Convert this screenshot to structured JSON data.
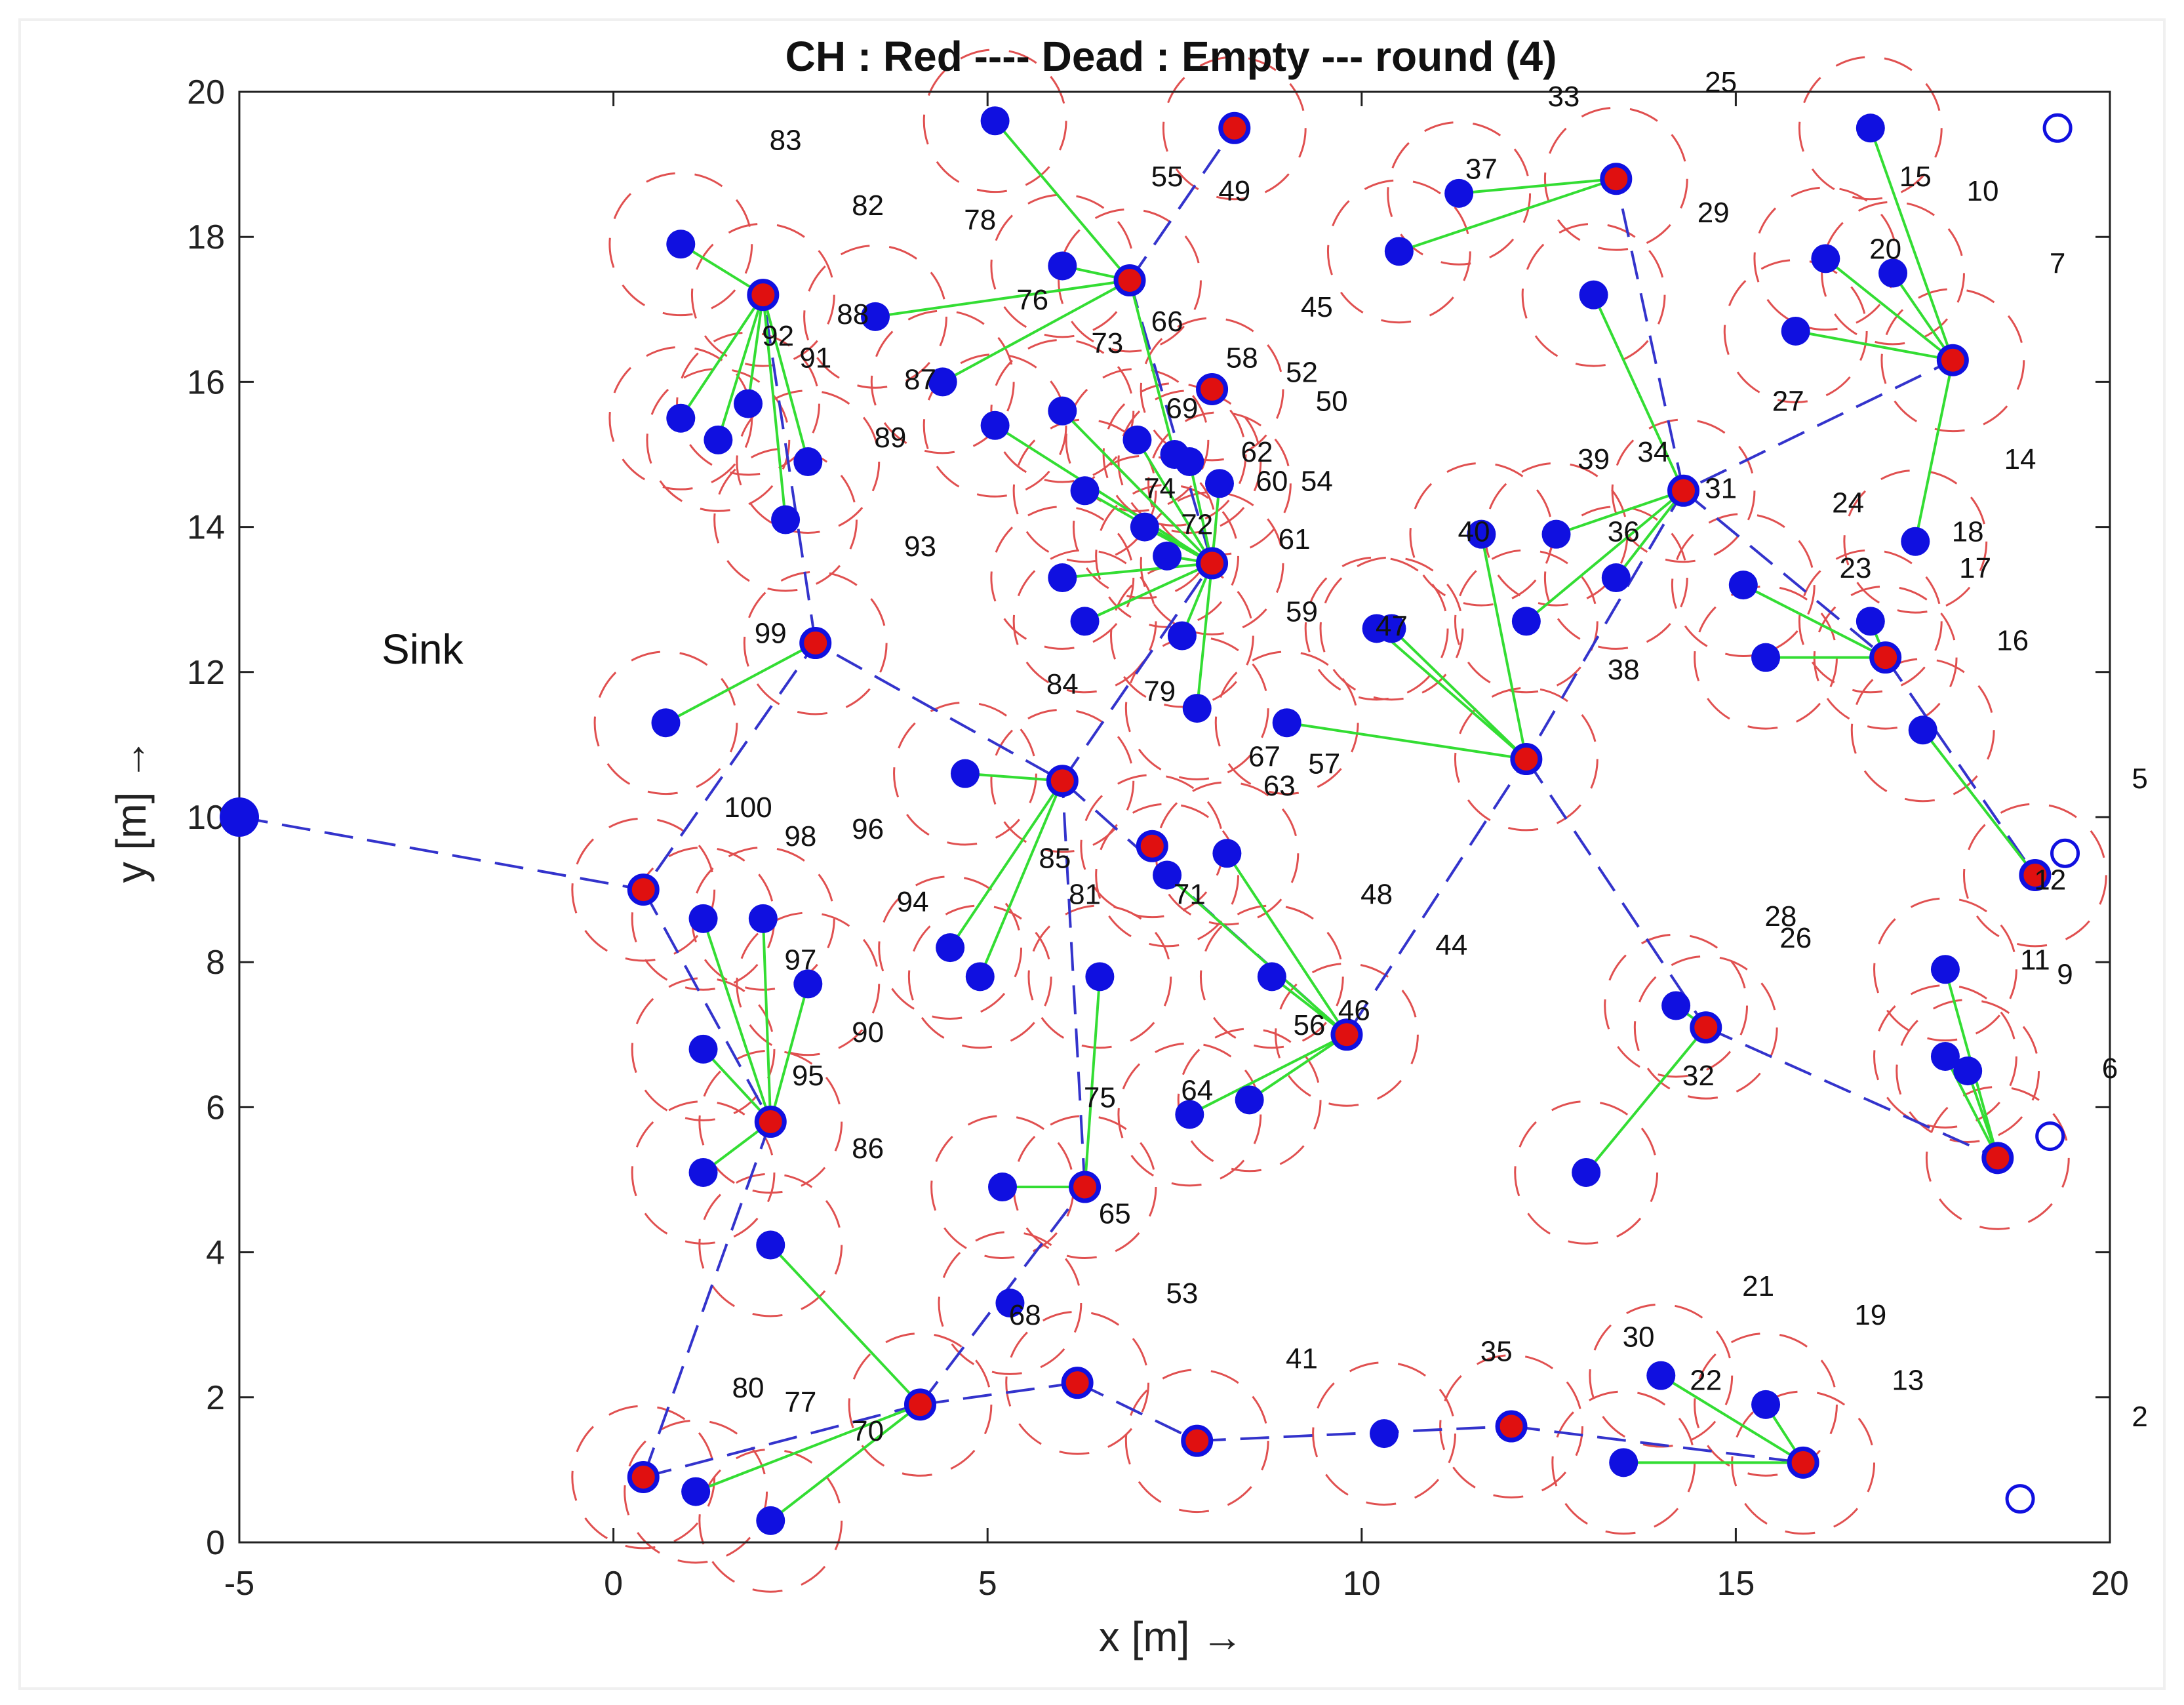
{
  "chart_data": {
    "type": "scatter",
    "title": "CH : Red  ----  Dead : Empty  ---  round (4)",
    "xlabel": "x  [m] →",
    "ylabel": "y  [m] →",
    "xlim": [
      -5,
      20
    ],
    "ylim": [
      0,
      20
    ],
    "xticks": [
      -5,
      0,
      5,
      10,
      15,
      20
    ],
    "yticks": [
      0,
      2,
      4,
      6,
      8,
      10,
      12,
      14,
      16,
      18,
      20
    ],
    "grid": false,
    "legend": "none",
    "sink": {
      "label": "Sink",
      "x": -5,
      "y": 10
    },
    "colors": {
      "node": "#1010e0",
      "cluster_head": "#e01010",
      "member_link": "#33dd33",
      "ch_path": "#3333cc",
      "range_circle": "#e05050"
    },
    "cluster_heads": [
      {
        "id": "ch1",
        "x": 2.0,
        "y": 17.2
      },
      {
        "id": "ch2",
        "x": 6.9,
        "y": 17.4
      },
      {
        "id": "ch3",
        "x": 8.3,
        "y": 19.5
      },
      {
        "id": "ch4",
        "x": 8.0,
        "y": 15.9
      },
      {
        "id": "ch5",
        "x": 8.0,
        "y": 13.5
      },
      {
        "id": "ch6",
        "x": 2.7,
        "y": 12.4
      },
      {
        "id": "ch7",
        "x": 0.4,
        "y": 9.0
      },
      {
        "id": "ch8",
        "x": 6.0,
        "y": 10.5
      },
      {
        "id": "ch9",
        "x": 7.2,
        "y": 9.6
      },
      {
        "id": "ch10",
        "x": 9.8,
        "y": 7.0
      },
      {
        "id": "ch11",
        "x": 2.1,
        "y": 5.8
      },
      {
        "id": "ch12",
        "x": 6.3,
        "y": 4.9
      },
      {
        "id": "ch13",
        "x": 4.1,
        "y": 1.9
      },
      {
        "id": "ch14",
        "x": 0.4,
        "y": 0.9
      },
      {
        "id": "ch15",
        "x": 6.2,
        "y": 2.2
      },
      {
        "id": "ch16",
        "x": 7.8,
        "y": 1.4
      },
      {
        "id": "ch17",
        "x": 12.0,
        "y": 1.6
      },
      {
        "id": "ch18",
        "x": 15.9,
        "y": 1.1
      },
      {
        "id": "ch19",
        "x": 13.4,
        "y": 18.8
      },
      {
        "id": "ch20",
        "x": 17.9,
        "y": 16.3
      },
      {
        "id": "ch21",
        "x": 14.3,
        "y": 14.5
      },
      {
        "id": "ch22",
        "x": 12.2,
        "y": 10.8
      },
      {
        "id": "ch23",
        "x": 17.0,
        "y": 12.2
      },
      {
        "id": "ch24",
        "x": 19.0,
        "y": 9.2
      },
      {
        "id": "ch25",
        "x": 14.6,
        "y": 7.1
      },
      {
        "id": "ch26",
        "x": 18.5,
        "y": 5.3
      }
    ],
    "nodes": [
      {
        "id": "n1",
        "x": 0.9,
        "y": 17.9,
        "ch": "ch1"
      },
      {
        "id": "n2",
        "x": 0.9,
        "y": 15.5,
        "ch": "ch1"
      },
      {
        "id": "n3",
        "x": 1.4,
        "y": 15.2,
        "ch": "ch1"
      },
      {
        "id": "n4",
        "x": 1.8,
        "y": 15.7,
        "ch": "ch1"
      },
      {
        "id": "n5",
        "x": 2.6,
        "y": 14.9,
        "ch": "ch1"
      },
      {
        "id": "n6",
        "x": 2.3,
        "y": 14.1,
        "ch": "ch1"
      },
      {
        "id": "n7",
        "x": 5.1,
        "y": 19.6,
        "ch": "ch2"
      },
      {
        "id": "n8",
        "x": 6.0,
        "y": 17.6,
        "ch": "ch2"
      },
      {
        "id": "n9",
        "x": 3.5,
        "y": 16.9,
        "ch": "ch2"
      },
      {
        "id": "n10",
        "x": 4.4,
        "y": 16.0,
        "ch": "ch2"
      },
      {
        "id": "n11",
        "x": 7.5,
        "y": 15.0,
        "ch": "ch2"
      },
      {
        "id": "n12",
        "x": 5.1,
        "y": 15.4,
        "ch": "ch5"
      },
      {
        "id": "n13",
        "x": 6.0,
        "y": 15.6,
        "ch": "ch5"
      },
      {
        "id": "n14",
        "x": 7.0,
        "y": 15.2,
        "ch": "ch5"
      },
      {
        "id": "n15",
        "x": 7.7,
        "y": 14.9,
        "ch": "ch5"
      },
      {
        "id": "n16",
        "x": 8.1,
        "y": 14.6,
        "ch": "ch5"
      },
      {
        "id": "n17",
        "x": 6.3,
        "y": 14.5,
        "ch": "ch5"
      },
      {
        "id": "n18",
        "x": 7.1,
        "y": 14.0,
        "ch": "ch5"
      },
      {
        "id": "n19",
        "x": 6.0,
        "y": 13.3,
        "ch": "ch5"
      },
      {
        "id": "n20",
        "x": 7.4,
        "y": 13.6,
        "ch": "ch5"
      },
      {
        "id": "n21",
        "x": 6.3,
        "y": 12.7,
        "ch": "ch5"
      },
      {
        "id": "n22",
        "x": 7.6,
        "y": 12.5,
        "ch": "ch5"
      },
      {
        "id": "n23",
        "x": 7.8,
        "y": 11.5,
        "ch": "ch5"
      },
      {
        "id": "n24",
        "x": 0.7,
        "y": 11.3,
        "ch": "ch6"
      },
      {
        "id": "n25",
        "x": 4.7,
        "y": 10.6,
        "ch": "ch8"
      },
      {
        "id": "n26",
        "x": 4.5,
        "y": 8.2,
        "ch": "ch8"
      },
      {
        "id": "n27",
        "x": 4.9,
        "y": 7.8,
        "ch": "ch8"
      },
      {
        "id": "n28",
        "x": 7.4,
        "y": 9.2,
        "ch": "ch10"
      },
      {
        "id": "n29",
        "x": 8.2,
        "y": 9.5,
        "ch": "ch10"
      },
      {
        "id": "n30",
        "x": 8.8,
        "y": 7.8,
        "ch": "ch10"
      },
      {
        "id": "n31",
        "x": 7.7,
        "y": 5.9,
        "ch": "ch10"
      },
      {
        "id": "n32",
        "x": 8.5,
        "y": 6.1,
        "ch": "ch10"
      },
      {
        "id": "n33",
        "x": 1.2,
        "y": 8.6,
        "ch": "ch11"
      },
      {
        "id": "n34",
        "x": 2.0,
        "y": 8.6,
        "ch": "ch11"
      },
      {
        "id": "n35",
        "x": 2.6,
        "y": 7.7,
        "ch": "ch11"
      },
      {
        "id": "n36",
        "x": 1.2,
        "y": 6.8,
        "ch": "ch11"
      },
      {
        "id": "n37",
        "x": 1.2,
        "y": 5.1,
        "ch": "ch11"
      },
      {
        "id": "n38",
        "x": 6.5,
        "y": 7.8,
        "ch": "ch12"
      },
      {
        "id": "n39",
        "x": 5.2,
        "y": 4.9,
        "ch": "ch12"
      },
      {
        "id": "n40",
        "x": 2.1,
        "y": 4.1,
        "ch": "ch13"
      },
      {
        "id": "n41",
        "x": 1.1,
        "y": 0.7,
        "ch": "ch13"
      },
      {
        "id": "n42",
        "x": 2.1,
        "y": 0.3,
        "ch": "ch13"
      },
      {
        "id": "n43",
        "x": 5.3,
        "y": 3.3,
        "ch": "none"
      },
      {
        "id": "n44",
        "x": 10.3,
        "y": 1.5,
        "ch": "none"
      },
      {
        "id": "n45",
        "x": 13.5,
        "y": 1.1,
        "ch": "ch18"
      },
      {
        "id": "n46",
        "x": 14.0,
        "y": 2.3,
        "ch": "ch18"
      },
      {
        "id": "n47",
        "x": 15.4,
        "y": 1.9,
        "ch": "ch18"
      },
      {
        "id": "n48",
        "x": 11.3,
        "y": 18.6,
        "ch": "ch19"
      },
      {
        "id": "n49",
        "x": 10.5,
        "y": 17.8,
        "ch": "ch19"
      },
      {
        "id": "n50",
        "x": 13.1,
        "y": 17.2,
        "ch": "ch21"
      },
      {
        "id": "n51",
        "x": 16.8,
        "y": 19.5,
        "ch": "ch20"
      },
      {
        "id": "n52",
        "x": 16.2,
        "y": 17.7,
        "ch": "ch20"
      },
      {
        "id": "n53",
        "x": 17.1,
        "y": 17.5,
        "ch": "ch20"
      },
      {
        "id": "n54",
        "x": 15.8,
        "y": 16.7,
        "ch": "ch20"
      },
      {
        "id": "n55",
        "x": 17.4,
        "y": 13.8,
        "ch": "ch20"
      },
      {
        "id": "n56",
        "x": 11.6,
        "y": 13.9,
        "ch": "ch22"
      },
      {
        "id": "n57",
        "x": 12.6,
        "y": 13.9,
        "ch": "ch21"
      },
      {
        "id": "n58",
        "x": 13.4,
        "y": 13.3,
        "ch": "ch21"
      },
      {
        "id": "n59",
        "x": 12.2,
        "y": 12.7,
        "ch": "ch21"
      },
      {
        "id": "n60",
        "x": 10.2,
        "y": 12.6,
        "ch": "ch22"
      },
      {
        "id": "n61",
        "x": 10.4,
        "y": 12.6,
        "ch": "ch22"
      },
      {
        "id": "n62",
        "x": 9.0,
        "y": 11.3,
        "ch": "ch22"
      },
      {
        "id": "n63",
        "x": 15.1,
        "y": 13.2,
        "ch": "ch23"
      },
      {
        "id": "n64",
        "x": 15.4,
        "y": 12.2,
        "ch": "ch23"
      },
      {
        "id": "n65",
        "x": 16.8,
        "y": 12.7,
        "ch": "ch23"
      },
      {
        "id": "n66",
        "x": 17.5,
        "y": 11.2,
        "ch": "ch24"
      },
      {
        "id": "n67",
        "x": 14.2,
        "y": 7.4,
        "ch": "ch25"
      },
      {
        "id": "n68",
        "x": 13.0,
        "y": 5.1,
        "ch": "ch25"
      },
      {
        "id": "n69",
        "x": 17.8,
        "y": 7.9,
        "ch": "ch26"
      },
      {
        "id": "n70",
        "x": 17.8,
        "y": 6.7,
        "ch": "ch26"
      },
      {
        "id": "n71",
        "x": 18.1,
        "y": 6.5,
        "ch": "ch26"
      }
    ],
    "dead_nodes": [
      {
        "id": "d1",
        "x": 19.3,
        "y": 19.5
      },
      {
        "id": "d2",
        "x": 19.4,
        "y": 9.5
      },
      {
        "id": "d3",
        "x": 19.2,
        "y": 5.6
      },
      {
        "id": "d4",
        "x": 18.8,
        "y": 0.6
      }
    ],
    "ch_path": [
      [
        -5,
        10
      ],
      [
        0.4,
        9.0
      ],
      [
        2.7,
        12.4
      ],
      [
        6.0,
        10.5
      ],
      [
        9.8,
        7.0
      ],
      [
        12.2,
        10.8
      ],
      [
        14.3,
        14.5
      ],
      [
        17.9,
        16.3
      ]
    ],
    "ch_path_segments": [
      [
        [
          0.4,
          9.0
        ],
        [
          2.1,
          5.8
        ]
      ],
      [
        [
          2.1,
          5.8
        ],
        [
          0.4,
          0.9
        ]
      ],
      [
        [
          0.4,
          0.9
        ],
        [
          4.1,
          1.9
        ]
      ],
      [
        [
          4.1,
          1.9
        ],
        [
          6.2,
          2.2
        ]
      ],
      [
        [
          6.2,
          2.2
        ],
        [
          7.8,
          1.4
        ]
      ],
      [
        [
          7.8,
          1.4
        ],
        [
          12.0,
          1.6
        ]
      ],
      [
        [
          12.0,
          1.6
        ],
        [
          15.9,
          1.1
        ]
      ],
      [
        [
          4.1,
          1.9
        ],
        [
          6.3,
          4.9
        ]
      ],
      [
        [
          6.3,
          4.9
        ],
        [
          6.0,
          10.5
        ]
      ],
      [
        [
          6.0,
          10.5
        ],
        [
          8.0,
          13.5
        ]
      ],
      [
        [
          2.7,
          12.4
        ],
        [
          2.0,
          17.2
        ]
      ],
      [
        [
          6.9,
          17.4
        ],
        [
          8.3,
          19.5
        ]
      ],
      [
        [
          6.9,
          17.4
        ],
        [
          8.0,
          13.5
        ]
      ],
      [
        [
          14.3,
          14.5
        ],
        [
          13.4,
          18.8
        ]
      ],
      [
        [
          14.3,
          14.5
        ],
        [
          17.0,
          12.2
        ]
      ],
      [
        [
          17.0,
          12.2
        ],
        [
          19.0,
          9.2
        ]
      ],
      [
        [
          12.2,
          10.8
        ],
        [
          14.6,
          7.1
        ]
      ],
      [
        [
          14.6,
          7.1
        ],
        [
          18.5,
          5.3
        ]
      ]
    ],
    "labels": [
      {
        "text": "83",
        "x": 2.3,
        "y": 19.2
      },
      {
        "text": "82",
        "x": 3.4,
        "y": 18.3
      },
      {
        "text": "78",
        "x": 4.9,
        "y": 18.1
      },
      {
        "text": "55",
        "x": 7.4,
        "y": 18.7
      },
      {
        "text": "49",
        "x": 8.3,
        "y": 18.5
      },
      {
        "text": "33",
        "x": 12.7,
        "y": 19.8
      },
      {
        "text": "25",
        "x": 14.8,
        "y": 20.0
      },
      {
        "text": "37",
        "x": 11.6,
        "y": 18.8
      },
      {
        "text": "29",
        "x": 14.7,
        "y": 18.2
      },
      {
        "text": "15",
        "x": 17.4,
        "y": 18.7
      },
      {
        "text": "10",
        "x": 18.3,
        "y": 18.5
      },
      {
        "text": "20",
        "x": 17.0,
        "y": 17.7
      },
      {
        "text": "7",
        "x": 19.3,
        "y": 17.5
      },
      {
        "text": "92",
        "x": 2.2,
        "y": 16.5
      },
      {
        "text": "91",
        "x": 2.7,
        "y": 16.2
      },
      {
        "text": "88",
        "x": 3.2,
        "y": 16.8
      },
      {
        "text": "76",
        "x": 5.6,
        "y": 17.0
      },
      {
        "text": "73",
        "x": 6.6,
        "y": 16.4
      },
      {
        "text": "66",
        "x": 7.4,
        "y": 16.7
      },
      {
        "text": "45",
        "x": 9.4,
        "y": 16.9
      },
      {
        "text": "87",
        "x": 4.1,
        "y": 15.9
      },
      {
        "text": "58",
        "x": 8.4,
        "y": 16.2
      },
      {
        "text": "52",
        "x": 9.2,
        "y": 16.0
      },
      {
        "text": "50",
        "x": 9.6,
        "y": 15.6
      },
      {
        "text": "69",
        "x": 7.6,
        "y": 15.5
      },
      {
        "text": "27",
        "x": 15.7,
        "y": 15.6
      },
      {
        "text": "89",
        "x": 3.7,
        "y": 15.1
      },
      {
        "text": "62",
        "x": 8.6,
        "y": 14.9
      },
      {
        "text": "60",
        "x": 8.8,
        "y": 14.5
      },
      {
        "text": "54",
        "x": 9.4,
        "y": 14.5
      },
      {
        "text": "39",
        "x": 13.1,
        "y": 14.8
      },
      {
        "text": "34",
        "x": 13.9,
        "y": 14.9
      },
      {
        "text": "31",
        "x": 14.8,
        "y": 14.4
      },
      {
        "text": "14",
        "x": 18.8,
        "y": 14.8
      },
      {
        "text": "74",
        "x": 7.3,
        "y": 14.4
      },
      {
        "text": "24",
        "x": 16.5,
        "y": 14.2
      },
      {
        "text": "72",
        "x": 7.8,
        "y": 13.9
      },
      {
        "text": "40",
        "x": 11.5,
        "y": 13.8
      },
      {
        "text": "36",
        "x": 13.5,
        "y": 13.8
      },
      {
        "text": "18",
        "x": 18.1,
        "y": 13.8
      },
      {
        "text": "93",
        "x": 4.1,
        "y": 13.6
      },
      {
        "text": "61",
        "x": 9.1,
        "y": 13.7
      },
      {
        "text": "23",
        "x": 16.6,
        "y": 13.3
      },
      {
        "text": "17",
        "x": 18.2,
        "y": 13.3
      },
      {
        "text": "59",
        "x": 9.2,
        "y": 12.7
      },
      {
        "text": "47",
        "x": 10.4,
        "y": 12.5
      },
      {
        "text": "99",
        "x": 2.1,
        "y": 12.4
      },
      {
        "text": "16",
        "x": 18.7,
        "y": 12.3
      },
      {
        "text": "38",
        "x": 13.5,
        "y": 11.9
      },
      {
        "text": "84",
        "x": 6.0,
        "y": 11.7
      },
      {
        "text": "79",
        "x": 7.3,
        "y": 11.6
      },
      {
        "text": "67",
        "x": 8.7,
        "y": 10.7
      },
      {
        "text": "57",
        "x": 9.5,
        "y": 10.6
      },
      {
        "text": "63",
        "x": 8.9,
        "y": 10.3
      },
      {
        "text": "5",
        "x": 20.4,
        "y": 10.4
      },
      {
        "text": "100",
        "x": 1.8,
        "y": 10.0
      },
      {
        "text": "98",
        "x": 2.5,
        "y": 9.6
      },
      {
        "text": "96",
        "x": 3.4,
        "y": 9.7
      },
      {
        "text": "85",
        "x": 5.9,
        "y": 9.3
      },
      {
        "text": "12",
        "x": 19.2,
        "y": 9.0
      },
      {
        "text": "81",
        "x": 6.3,
        "y": 8.8
      },
      {
        "text": "71",
        "x": 7.7,
        "y": 8.8
      },
      {
        "text": "48",
        "x": 10.2,
        "y": 8.8
      },
      {
        "text": "94",
        "x": 4.0,
        "y": 8.7
      },
      {
        "text": "28",
        "x": 15.6,
        "y": 8.5
      },
      {
        "text": "26",
        "x": 15.8,
        "y": 8.2
      },
      {
        "text": "44",
        "x": 11.2,
        "y": 8.1
      },
      {
        "text": "11",
        "x": 19.0,
        "y": 7.9
      },
      {
        "text": "9",
        "x": 19.4,
        "y": 7.7
      },
      {
        "text": "97",
        "x": 2.5,
        "y": 7.9
      },
      {
        "text": "46",
        "x": 9.9,
        "y": 7.2
      },
      {
        "text": "56",
        "x": 9.3,
        "y": 7.0
      },
      {
        "text": "90",
        "x": 3.4,
        "y": 6.9
      },
      {
        "text": "6",
        "x": 20.0,
        "y": 6.4
      },
      {
        "text": "95",
        "x": 2.6,
        "y": 6.3
      },
      {
        "text": "32",
        "x": 14.5,
        "y": 6.3
      },
      {
        "text": "64",
        "x": 7.8,
        "y": 6.1
      },
      {
        "text": "75",
        "x": 6.5,
        "y": 6.0
      },
      {
        "text": "86",
        "x": 3.4,
        "y": 5.3
      },
      {
        "text": "65",
        "x": 6.7,
        "y": 4.4
      },
      {
        "text": "53",
        "x": 7.6,
        "y": 3.3
      },
      {
        "text": "21",
        "x": 15.3,
        "y": 3.4
      },
      {
        "text": "68",
        "x": 5.5,
        "y": 3.0
      },
      {
        "text": "19",
        "x": 16.8,
        "y": 3.0
      },
      {
        "text": "30",
        "x": 13.7,
        "y": 2.7
      },
      {
        "text": "41",
        "x": 9.2,
        "y": 2.4
      },
      {
        "text": "35",
        "x": 11.8,
        "y": 2.5
      },
      {
        "text": "13",
        "x": 17.3,
        "y": 2.1
      },
      {
        "text": "22",
        "x": 14.6,
        "y": 2.1
      },
      {
        "text": "80",
        "x": 1.8,
        "y": 2.0
      },
      {
        "text": "77",
        "x": 2.5,
        "y": 1.8
      },
      {
        "text": "70",
        "x": 3.4,
        "y": 1.4
      },
      {
        "text": "2",
        "x": 20.4,
        "y": 1.6
      }
    ]
  }
}
